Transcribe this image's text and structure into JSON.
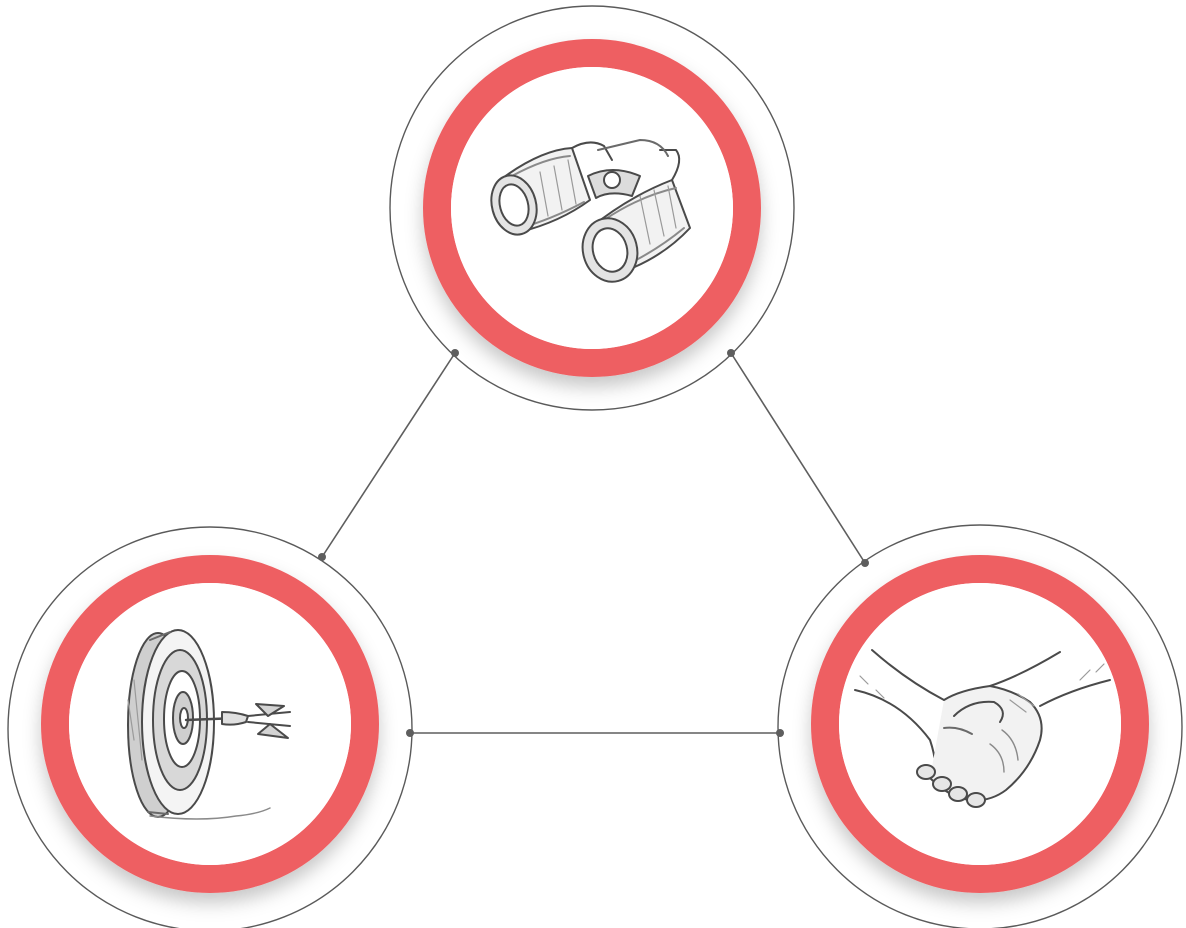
{
  "colors": {
    "background": "#ffffff",
    "accent_ring": "#ee5f62",
    "outline": "#5a5a5a",
    "connector": "#5e5e5e",
    "sketch_ink": "#4a4a4a",
    "sketch_shade": "#8a8a8a"
  },
  "nodes": [
    {
      "id": "top",
      "icon": "binoculars-icon"
    },
    {
      "id": "bottom-left",
      "icon": "target-with-dart-icon"
    },
    {
      "id": "bottom-right",
      "icon": "handshake-icon"
    }
  ],
  "connections": [
    [
      "top",
      "bottom-left"
    ],
    [
      "top",
      "bottom-right"
    ],
    [
      "bottom-left",
      "bottom-right"
    ]
  ]
}
